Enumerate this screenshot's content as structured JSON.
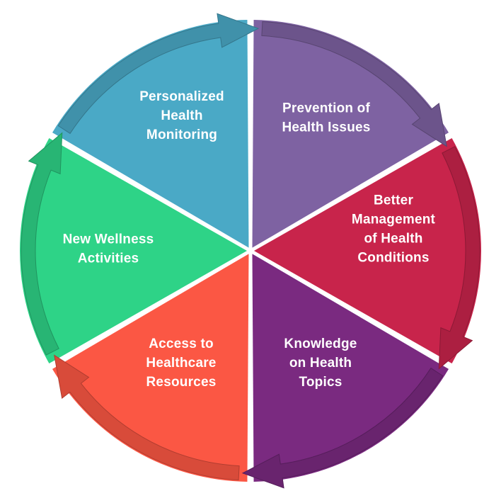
{
  "segments": [
    {
      "id": "personalized-health-monitoring",
      "lines": [
        "Personalized",
        "Health",
        "Monitoring"
      ],
      "color": "#4aa9c6"
    },
    {
      "id": "prevention-of-health-issues",
      "lines": [
        "Prevention of",
        "Health Issues"
      ],
      "color": "#7e62a2"
    },
    {
      "id": "better-management-of-health-conditions",
      "lines": [
        "Better",
        "Management",
        "of Health",
        "Conditions"
      ],
      "color": "#c8244b"
    },
    {
      "id": "knowledge-on-health-topics",
      "lines": [
        "Knowledge",
        "on Health",
        "Topics"
      ],
      "color": "#7a2a80"
    },
    {
      "id": "access-to-healthcare-resources",
      "lines": [
        "Access to",
        "Healthcare",
        "Resources"
      ],
      "color": "#fb5744"
    },
    {
      "id": "new-wellness-activities",
      "lines": [
        "New Wellness",
        "Activities"
      ],
      "color": "#2ed387"
    }
  ]
}
